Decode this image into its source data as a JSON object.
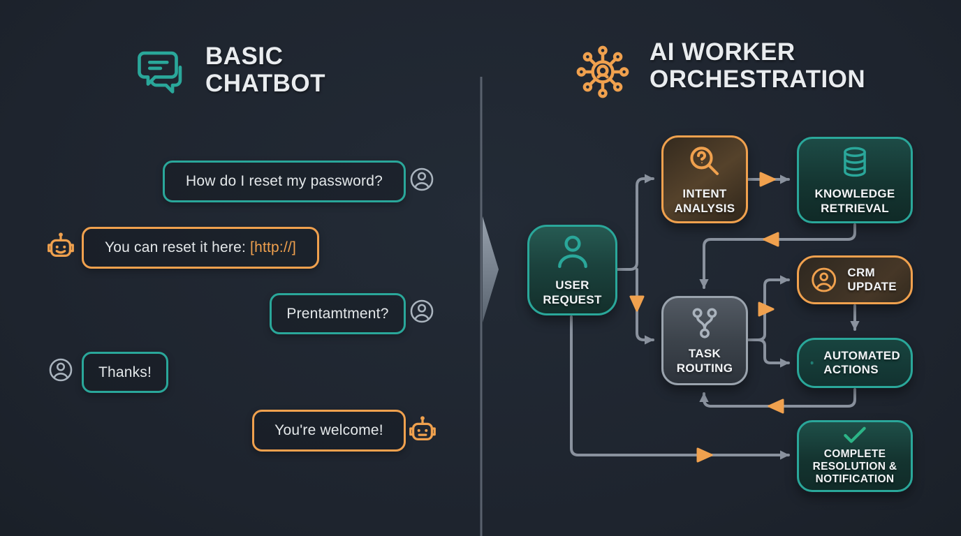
{
  "colors": {
    "background": "#1f2630",
    "teal": "#2aa79a",
    "orange": "#f0a14e",
    "connector_gray": "#8a929e",
    "text_light": "#e9ecef",
    "check_green": "#2cb487",
    "user_icon_gray": "#aab4be"
  },
  "left_panel": {
    "title": "BASIC CHATBOT",
    "messages": [
      {
        "sender": "user",
        "text": "How do I reset my password?"
      },
      {
        "sender": "bot",
        "text": "You can reset it here:",
        "link": "[http://]"
      },
      {
        "sender": "user",
        "text": "Prentamtment?"
      },
      {
        "sender": "user",
        "text": "Thanks!"
      },
      {
        "sender": "bot",
        "text": "You're welcome!"
      }
    ]
  },
  "right_panel": {
    "title": "AI WORKER ORCHESTRATION",
    "nodes": [
      {
        "id": "user-request",
        "label": "USER REQUEST",
        "icon": "user-icon",
        "accent": "teal"
      },
      {
        "id": "intent-analysis",
        "label": "INTENT ANALYSIS",
        "icon": "magnifier-question-icon",
        "accent": "orange"
      },
      {
        "id": "knowledge-retrieval",
        "label": "KNOWLEDGE RETRIEVAL",
        "icon": "database-icon",
        "accent": "teal"
      },
      {
        "id": "crm-update",
        "label": "CRM UPDATE",
        "icon": "user-circle-icon",
        "accent": "orange"
      },
      {
        "id": "task-routing",
        "label": "TASK ROUTING",
        "icon": "branch-icon",
        "accent": "gray"
      },
      {
        "id": "automated-actions",
        "label": "AUTOMATED ACTIONS",
        "icon": "gear-icon",
        "accent": "teal"
      },
      {
        "id": "complete-resolution",
        "label": "COMPLETE RESOLUTION & NOTIFICATION",
        "icon": "check-icon",
        "accent": "teal"
      }
    ],
    "edges": [
      {
        "from": "user-request",
        "to": "intent-analysis"
      },
      {
        "from": "intent-analysis",
        "to": "knowledge-retrieval"
      },
      {
        "from": "knowledge-retrieval",
        "to": "task-routing"
      },
      {
        "from": "user-request",
        "to": "task-routing"
      },
      {
        "from": "task-routing",
        "to": "crm-update"
      },
      {
        "from": "task-routing",
        "to": "automated-actions"
      },
      {
        "from": "crm-update",
        "to": "automated-actions"
      },
      {
        "from": "automated-actions",
        "to": "task-routing"
      },
      {
        "from": "user-request",
        "to": "complete-resolution"
      }
    ]
  }
}
